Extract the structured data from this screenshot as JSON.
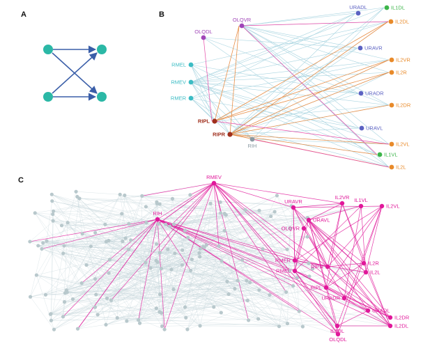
{
  "panels": {
    "a": {
      "letter": "A"
    },
    "b": {
      "letter": "B"
    },
    "c": {
      "letter": "C"
    }
  },
  "colors": {
    "motif_node": "#2bb8a6",
    "motif_arrow": "#3a5ea8",
    "rme": "#3bbcc4",
    "ol": "#a045b8",
    "ur": "#5b62c2",
    "il2": "#e88a2a",
    "il1": "#3cb54a",
    "rip": "#a0301e",
    "rih": "#8a9aa2",
    "edge_light": "#a8d4e0",
    "edge_pink": "#e64aa8",
    "edge_orange": "#e8904a",
    "c_gray_node": "#b8c8cc",
    "c_gray_edge": "#c8d8dc",
    "c_magenta": "#e0189a"
  },
  "panel_b": {
    "nodes": [
      {
        "id": "OLQVR",
        "label": "OLQVR",
        "group": "ol"
      },
      {
        "id": "OLQDL",
        "label": "OLQDL",
        "group": "ol"
      },
      {
        "id": "RMEL",
        "label": "RMEL",
        "group": "rme"
      },
      {
        "id": "RMEV",
        "label": "RMEV",
        "group": "rme"
      },
      {
        "id": "RMER",
        "label": "RMER",
        "group": "rme"
      },
      {
        "id": "RIPL",
        "label": "RIPL",
        "group": "rip"
      },
      {
        "id": "RIPR",
        "label": "RIPR",
        "group": "rip"
      },
      {
        "id": "RIH",
        "label": "RIH",
        "group": "rih"
      },
      {
        "id": "URADL",
        "label": "URADL",
        "group": "ur"
      },
      {
        "id": "IL1DL",
        "label": "IL1DL",
        "group": "il1"
      },
      {
        "id": "IL2DL",
        "label": "IL2DL",
        "group": "il2"
      },
      {
        "id": "URAVR",
        "label": "URAVR",
        "group": "ur"
      },
      {
        "id": "IL2VR",
        "label": "IL2VR",
        "group": "il2"
      },
      {
        "id": "IL2R",
        "label": "IL2R",
        "group": "il2"
      },
      {
        "id": "URADR",
        "label": "URADR",
        "group": "ur"
      },
      {
        "id": "IL2DR",
        "label": "IL2DR",
        "group": "il2"
      },
      {
        "id": "URAVL",
        "label": "URAVL",
        "group": "ur"
      },
      {
        "id": "IL2VL",
        "label": "IL2VL",
        "group": "il2"
      },
      {
        "id": "IL1VL",
        "label": "IL1VL",
        "group": "il1"
      },
      {
        "id": "IL2L",
        "label": "IL2L",
        "group": "il2"
      }
    ]
  },
  "panel_c": {
    "labels": [
      "RMEV",
      "RIH",
      "URAVR",
      "IL2VR",
      "IL1VL",
      "IL2VL",
      "URAVL",
      "OLQVR",
      "RMER",
      "RMEL",
      "RIPR",
      "IL2R",
      "IL2L",
      "RIPL",
      "URADR",
      "URADL",
      "IL2DR",
      "IL2DL",
      "IL1DL",
      "OLQDL"
    ]
  }
}
